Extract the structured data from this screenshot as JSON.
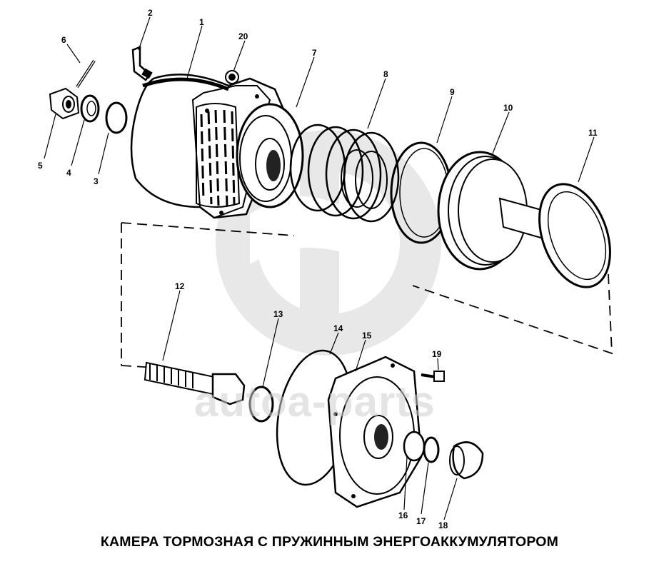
{
  "watermark": {
    "text": "autoa-parts",
    "logo": "circular-brand-logo"
  },
  "caption": "КАМЕРА ТОРМОЗНАЯ С ПРУЖИННЫМ ЭНЕРГОАККУМУЛЯТОРОМ",
  "callouts": {
    "n1": "1",
    "n2": "2",
    "n3": "3",
    "n4": "4",
    "n5": "5",
    "n6": "6",
    "n7": "7",
    "n8": "8",
    "n9": "9",
    "n10": "10",
    "n11": "11",
    "n12": "12",
    "n13": "13",
    "n14": "14",
    "n15": "15",
    "n16": "16",
    "n17": "17",
    "n18": "18",
    "n19": "19",
    "n20": "20"
  }
}
